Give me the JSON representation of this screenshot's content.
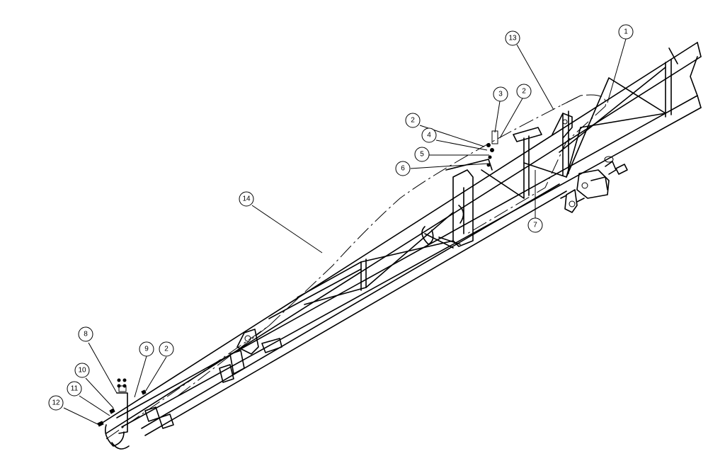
{
  "diagram": {
    "callouts": [
      {
        "id": "c1",
        "label": "1"
      },
      {
        "id": "c13",
        "label": "13"
      },
      {
        "id": "c3",
        "label": "3"
      },
      {
        "id": "c2a",
        "label": "2"
      },
      {
        "id": "c2b",
        "label": "2"
      },
      {
        "id": "c4",
        "label": "4"
      },
      {
        "id": "c5",
        "label": "5"
      },
      {
        "id": "c6",
        "label": "6"
      },
      {
        "id": "c7",
        "label": "7"
      },
      {
        "id": "c14",
        "label": "14"
      },
      {
        "id": "c8",
        "label": "8"
      },
      {
        "id": "c9",
        "label": "9"
      },
      {
        "id": "c2c",
        "label": "2"
      },
      {
        "id": "c10",
        "label": "10"
      },
      {
        "id": "c11",
        "label": "11"
      },
      {
        "id": "c12",
        "label": "12"
      }
    ]
  }
}
